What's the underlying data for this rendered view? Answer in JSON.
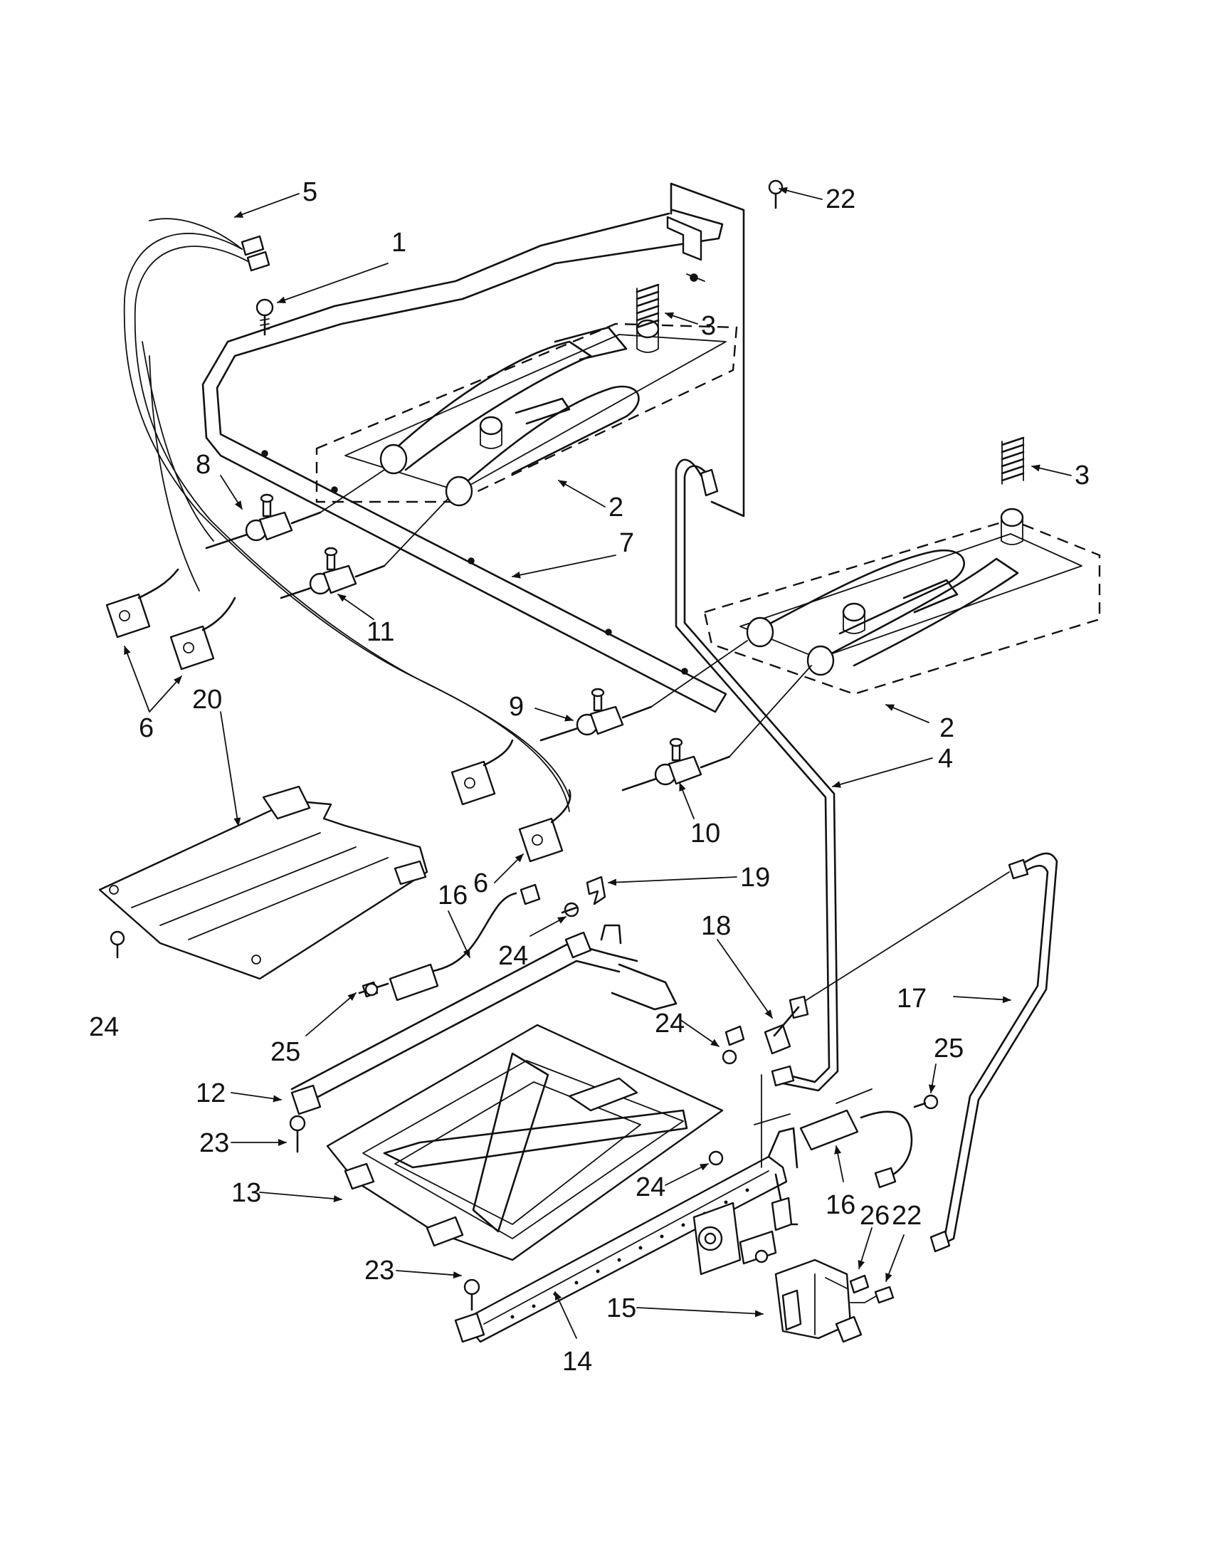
{
  "callouts": [
    {
      "id": "c5",
      "text": "5"
    },
    {
      "id": "c22a",
      "text": "22"
    },
    {
      "id": "c1",
      "text": "1"
    },
    {
      "id": "c3a",
      "text": "3"
    },
    {
      "id": "c3b",
      "text": "3"
    },
    {
      "id": "c8",
      "text": "8"
    },
    {
      "id": "c2a",
      "text": "2"
    },
    {
      "id": "c7",
      "text": "7"
    },
    {
      "id": "c11",
      "text": "11"
    },
    {
      "id": "c6a",
      "text": "6"
    },
    {
      "id": "c20",
      "text": "20"
    },
    {
      "id": "c2b",
      "text": "2"
    },
    {
      "id": "c9",
      "text": "9"
    },
    {
      "id": "c4",
      "text": "4"
    },
    {
      "id": "c10",
      "text": "10"
    },
    {
      "id": "c6b",
      "text": "6"
    },
    {
      "id": "c19",
      "text": "19"
    },
    {
      "id": "c16a",
      "text": "16"
    },
    {
      "id": "c18",
      "text": "18"
    },
    {
      "id": "c24a",
      "text": "24"
    },
    {
      "id": "c24b",
      "text": "24"
    },
    {
      "id": "c17",
      "text": "17"
    },
    {
      "id": "c24c",
      "text": "24"
    },
    {
      "id": "c25a",
      "text": "25"
    },
    {
      "id": "c25b",
      "text": "25"
    },
    {
      "id": "c12",
      "text": "12"
    },
    {
      "id": "c23a",
      "text": "23"
    },
    {
      "id": "c13",
      "text": "13"
    },
    {
      "id": "c24d",
      "text": "24"
    },
    {
      "id": "c16b",
      "text": "16"
    },
    {
      "id": "c26",
      "text": "26"
    },
    {
      "id": "c22b",
      "text": "22"
    },
    {
      "id": "c23b",
      "text": "23"
    },
    {
      "id": "c15",
      "text": "15"
    },
    {
      "id": "c14",
      "text": "14"
    }
  ]
}
